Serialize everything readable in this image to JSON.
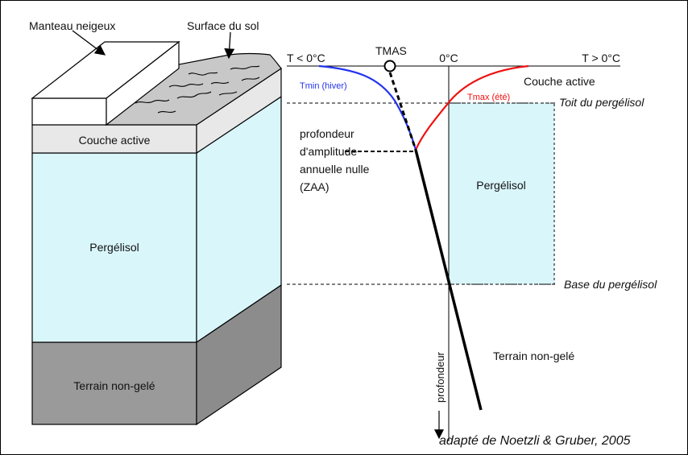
{
  "block": {
    "snow_label": "Manteau neigeux",
    "surface_label": "Surface du sol",
    "active_layer_label": "Couche active",
    "permafrost_label": "Pergélisol",
    "unfrozen_label": "Terrain non-gelé"
  },
  "profile": {
    "cold_label": "T < 0°C",
    "zero_label": "0°C",
    "warm_label": "T > 0°C",
    "tmas_label": "TMAS",
    "tmin_label": "Tmin (hiver)",
    "tmax_label": "Tmax (été)",
    "active_layer_label": "Couche active",
    "top_label": "Toit du pergélisol",
    "base_label": "Base du pergélisol",
    "zaa_line1": "profondeur",
    "zaa_line2": "d'amplitude",
    "zaa_line3": "annuelle nulle",
    "zaa_line4": "(ZAA)",
    "permafrost_label": "Pergélisol",
    "unfrozen_label": "Terrain non-gelé",
    "depth_label": "profondeur"
  },
  "credit": "adapté de Noetzli & Gruber, 2005",
  "colors": {
    "tmin": "#2233ee",
    "tmax": "#ee1111",
    "active_layer_front": "#e8e8e8",
    "permafrost": "#d9f6fb",
    "permafrost_side": "#d9f6fb",
    "unfrozen_front": "#9a9a9a",
    "unfrozen_side": "#8c8c8c",
    "ground_surface": "#c8c8c8"
  }
}
